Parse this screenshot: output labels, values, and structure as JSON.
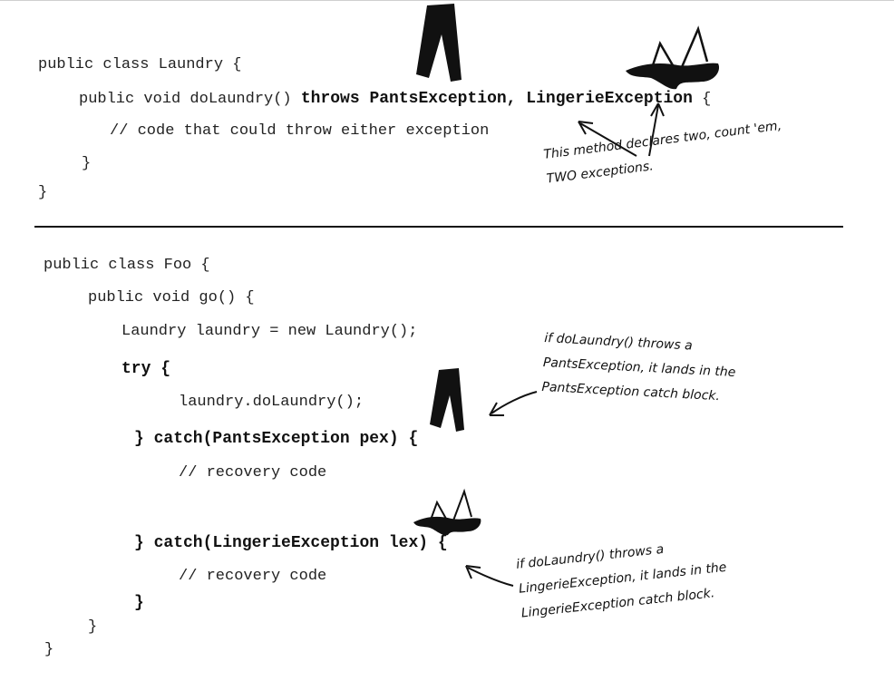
{
  "laundry": {
    "class_decl": "public class Laundry {",
    "method_sig": "public void doLaundry() ",
    "throws_clause": "throws PantsException, LingerieException",
    "method_brace": " {",
    "comment": "// code that could throw either exception",
    "close_method": "}",
    "close_class": "}"
  },
  "annotation_laundry": [
    "This method declares two, count 'em,",
    "TWO exceptions."
  ],
  "foo": {
    "class_decl": "public class Foo {",
    "method_sig": "public void go() {",
    "new_laundry": "Laundry laundry = new Laundry();",
    "try_line": "try {",
    "call": "laundry.doLaundry();",
    "catch1": "} catch(PantsException pex) {",
    "recovery1": "// recovery code",
    "catch2": "} catch(LingerieException lex) {",
    "recovery2": "// recovery code",
    "close_catch": "}",
    "close_method": "}",
    "close_class": "}"
  },
  "annotation_pants": [
    "if doLaundry() throws a",
    "PantsException, it lands in the",
    "PantsException catch block."
  ],
  "annotation_lingerie": [
    "if doLaundry() throws a",
    "LingerieException, it lands in the",
    "LingerieException catch block."
  ],
  "icons": [
    "pants-icon",
    "lingerie-icon",
    "arrow-icon"
  ]
}
